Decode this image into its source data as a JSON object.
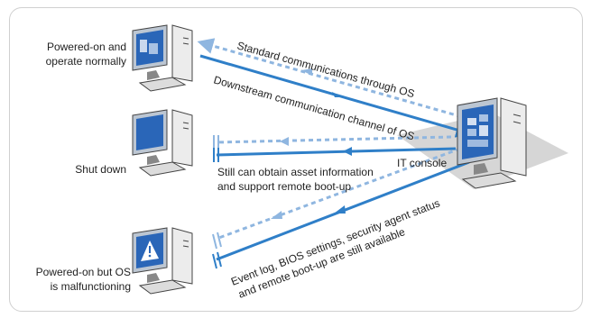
{
  "labels": {
    "powered_on_normal_1": "Powered-on and",
    "powered_on_normal_2": "operate normally",
    "shut_down": "Shut down",
    "malfunction_1": "Powered-on but OS",
    "malfunction_2": "is malfunctioning",
    "it_console": "IT console"
  },
  "channels": {
    "standard": "Standard communications through OS",
    "downstream": "Downstream communication channel of OS",
    "shutdown_1": "Still can obtain asset information",
    "shutdown_2": "and support remote boot-up",
    "malfunction_1": "Event log, BIOS settings, security agent status",
    "malfunction_2": "and remote boot-up are still available"
  },
  "colors": {
    "arrow_solid": "#2f7fc8",
    "arrow_dashed": "#8fb6e0",
    "console_platform": "#d6d6d6",
    "pc_screen": "#2a66b8",
    "pc_body": "#ececec",
    "pc_outline": "#444444"
  },
  "icons": [
    "computer-icon",
    "computer-icon",
    "computer-icon",
    "it-console-icon",
    "warning-icon"
  ]
}
